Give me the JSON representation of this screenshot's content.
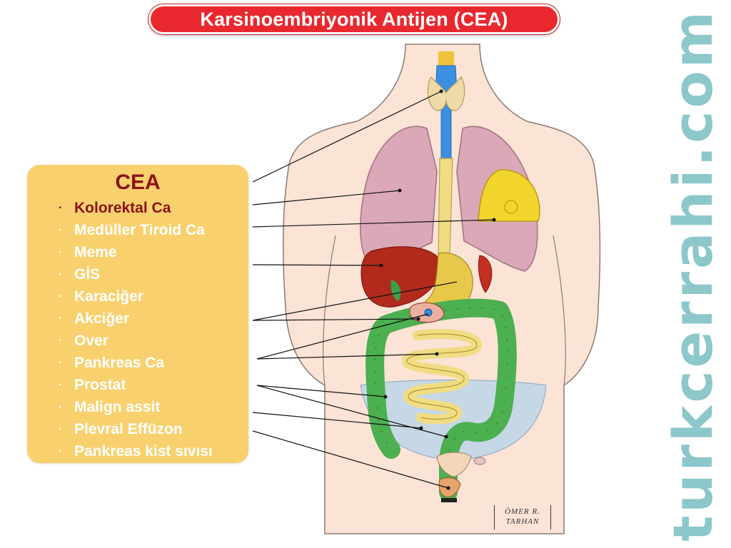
{
  "title": "Karsinoembriyonik Antijen (CEA)",
  "panel": {
    "heading": "CEA",
    "items": [
      {
        "label": "Kolorektal Ca",
        "highlight": true
      },
      {
        "label": "Medüller Tiroid Ca",
        "highlight": false
      },
      {
        "label": "Meme",
        "highlight": false
      },
      {
        "label": "GİS",
        "highlight": false
      },
      {
        "label": "Karaciğer",
        "highlight": false
      },
      {
        "label": "Akciğer",
        "highlight": false
      },
      {
        "label": "Over",
        "highlight": false
      },
      {
        "label": "Pankreas Ca",
        "highlight": false
      },
      {
        "label": "Prostat",
        "highlight": false
      },
      {
        "label": "Malign assit",
        "highlight": false
      },
      {
        "label": "Plevral Effüzon",
        "highlight": false
      },
      {
        "label": "Pankreas kist sıvısı",
        "highlight": false
      }
    ],
    "bullet": "·"
  },
  "watermark": "turkcerrahi.com",
  "signature": {
    "line1": "ÖMER R.",
    "line2": "TARHAN"
  },
  "colors": {
    "title_bg": "#e8282e",
    "panel_bg": "#f8d16e",
    "heading": "#8a1416",
    "skin": "#fbe3d6",
    "lung": "#dba8b8",
    "liver": "#b22a1c",
    "intestine": "#4caf50",
    "small_intestine": "#f0dc82",
    "trachea": "#3b8ee0",
    "pelvis": "#b9d4ea",
    "watermark": "#8cc7c9"
  }
}
